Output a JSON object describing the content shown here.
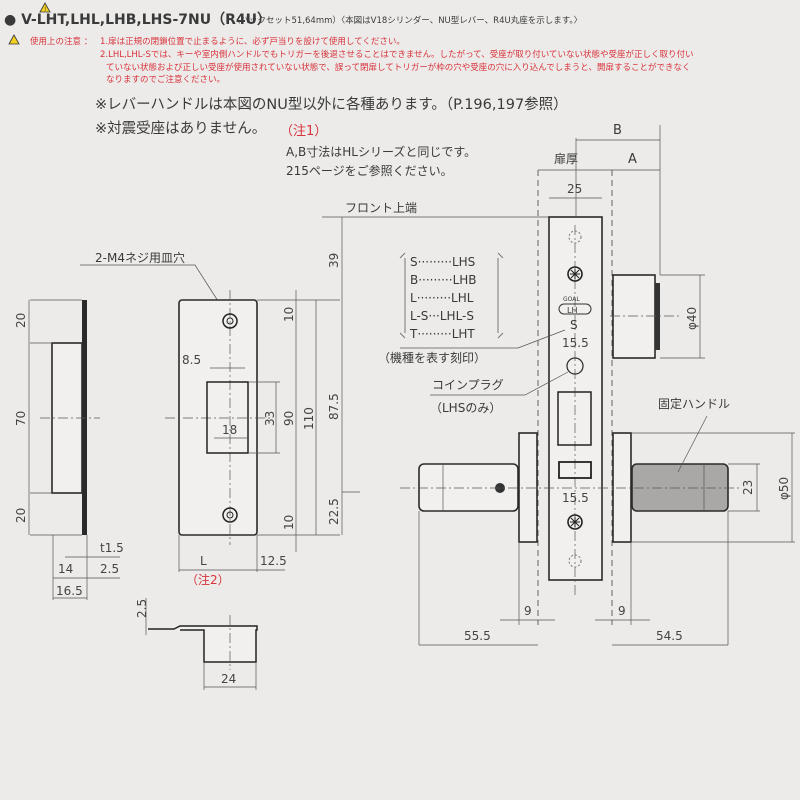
{
  "header": {
    "title": "● V-LHT,LHL,LHB,LHS-7NU（R4U）",
    "subtitle": "（バックセット51,64mm）〈本図はV18シリンダー、NU型レバー、R4U丸座を示します。〉",
    "caution_label": "使用上の注意 ：",
    "caution_lines": [
      "1.扉は正規の閉鎖位置で止まるように、必ず戸当りを設けて使用してください。",
      "2.LHL,LHL-Sでは、キーや室内側ハンドルでもトリガーを後退させることはできません。したがって、受座が取り付いていない状態や受座が正しく取り付い",
      "ていない状態および正しい受座が使用されていない状態で、誤って閉扉してトリガーが枠の穴や受座の穴に入り込んでしまうと、開扉することができなく",
      "なりますのでご注意ください。"
    ]
  },
  "remarks": [
    "※レバーハンドルは本図のNU型以外に各種あります。（P.196,197参照）",
    "※対震受座はありません。"
  ],
  "note1": {
    "label": "（注1）",
    "lines": [
      "A,B寸法はHLシリーズと同じです。",
      "215ページをご参照ください。"
    ]
  },
  "note2": "（注2）",
  "labels": {
    "front_top": "フロント上端",
    "screw_hole": "2-M4ネジ用皿穴",
    "engraving": "（機種を表す刻印）",
    "coin_plug": "コインプラグ",
    "coin_plug_note": "（LHSのみ）",
    "fixed_handle": "固定ハンドル",
    "door_thickness": "扉厚",
    "engraving_mark": "S",
    "brand": "GOAL",
    "hand": "LH"
  },
  "legend": [
    {
      "code": "S",
      "model": "LHS",
      "dots": "·········"
    },
    {
      "code": "B",
      "model": "LHB",
      "dots": "·········"
    },
    {
      "code": "L",
      "model": "LHL",
      "dots": "·········"
    },
    {
      "code": "L-S",
      "model": "LHL-S",
      "dots": "···"
    },
    {
      "code": "T",
      "model": "LHT",
      "dots": "·········"
    }
  ],
  "dims": {
    "B": "B",
    "A": "A",
    "d25": "25",
    "side_20a": "20",
    "side_70": "70",
    "side_20b": "20",
    "t15": "t1.5",
    "d14": "14",
    "d25b": "2.5",
    "d165": "16.5",
    "d85": "8.5",
    "d18": "18",
    "d33": "33",
    "d90": "90",
    "d110": "110",
    "d10a": "10",
    "d10b": "10",
    "d39": "39",
    "d875": "87.5",
    "d225": "22.5",
    "L": "L",
    "d125": "12.5",
    "bot25": "2.5",
    "d24": "24",
    "d155a": "15.5",
    "d155b": "15.5",
    "phi40": "φ40",
    "d23": "23",
    "phi50": "φ50",
    "d9a": "9",
    "d9b": "9",
    "d555": "55.5",
    "d545": "54.5"
  }
}
